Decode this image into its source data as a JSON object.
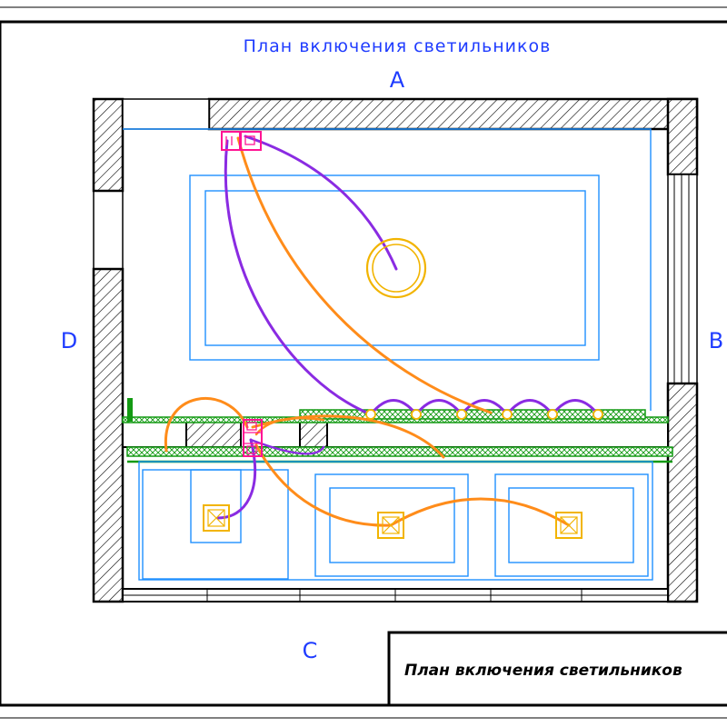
{
  "drawing": {
    "title": "План включения светильников",
    "stamp_title": "План включения светильников",
    "wall_labels": {
      "a": "A",
      "b": "B",
      "c": "C",
      "d": "D"
    }
  },
  "colors": {
    "frame": "#000000",
    "label_blue": "#1f3cff",
    "ceiling_outline": "#1e90ff",
    "wire_switch_1": "#8a2be2",
    "wire_switch_2": "#ff8c1a",
    "fixture": "#f2b400",
    "switch": "#ff1493",
    "cornice": "#139a13"
  }
}
